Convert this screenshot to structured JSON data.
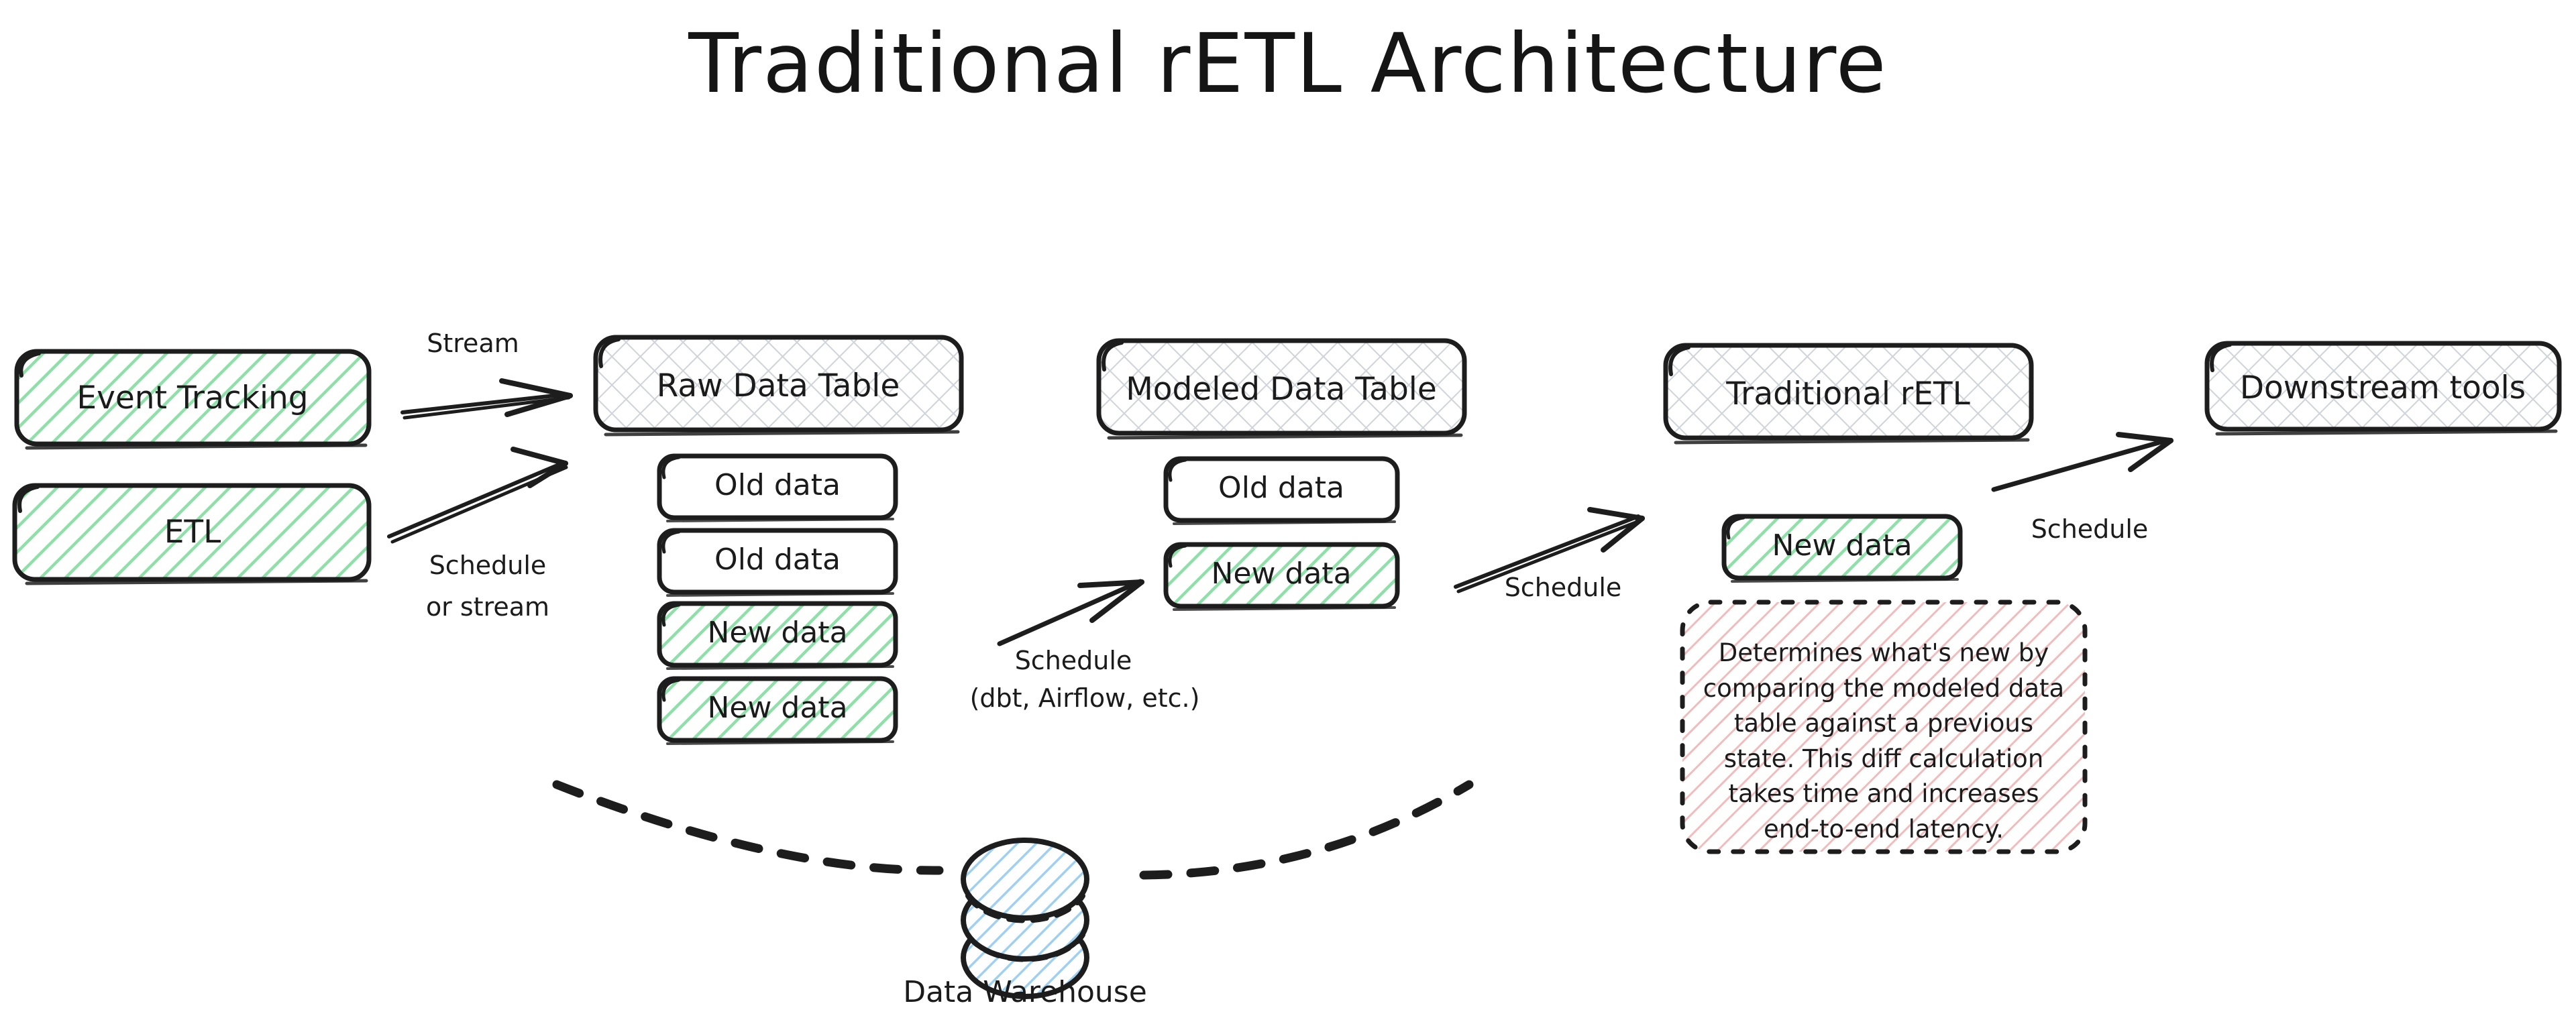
{
  "title": "Traditional rETL Architecture",
  "colors": {
    "ink": "#1b1b1b",
    "green_fill": "#b9ecc8",
    "green_stroke": "#7fdb9c",
    "grey_hatch": "#c9ccd4",
    "pink_hatch": "#efb5b5",
    "blue_hatch": "#a7d4f2",
    "paper": "#ffffff"
  },
  "sources": [
    {
      "id": "event-tracking",
      "label": "Event Tracking",
      "fill": "green-hatch"
    },
    {
      "id": "etl",
      "label": "ETL",
      "fill": "green-hatch"
    }
  ],
  "edges": [
    {
      "id": "stream",
      "label": "Stream",
      "from": "event-tracking",
      "to": "raw-data-table"
    },
    {
      "id": "schedule-or-stream",
      "label_line1": "Schedule",
      "label_line2": "or stream",
      "from": "etl",
      "to": "raw-data-table"
    },
    {
      "id": "schedule-dbt",
      "label_line1": "Schedule",
      "label_line2": "(dbt, Airflow, etc.)",
      "from": "raw-data-table",
      "to": "modeled-data-table"
    },
    {
      "id": "schedule-retl",
      "label": "Schedule",
      "from": "modeled-data-table",
      "to": "traditional-retl"
    },
    {
      "id": "schedule-downstream",
      "label": "Schedule",
      "from": "traditional-retl",
      "to": "downstream-tools"
    }
  ],
  "groups": [
    {
      "id": "raw-data-table",
      "header": "Raw Data Table",
      "fill": "grey-crosshatch",
      "rows": [
        {
          "label": "Old data",
          "fill": "plain"
        },
        {
          "label": "Old data",
          "fill": "plain"
        },
        {
          "label": "New data",
          "fill": "green-hatch"
        },
        {
          "label": "New data",
          "fill": "green-hatch"
        }
      ]
    },
    {
      "id": "modeled-data-table",
      "header": "Modeled Data Table",
      "fill": "grey-crosshatch",
      "rows": [
        {
          "label": "Old data",
          "fill": "plain"
        },
        {
          "label": "New data",
          "fill": "green-hatch"
        }
      ]
    },
    {
      "id": "traditional-retl",
      "header": "Traditional rETL",
      "fill": "grey-crosshatch",
      "rows": [
        {
          "label": "New data",
          "fill": "green-hatch"
        }
      ]
    },
    {
      "id": "downstream-tools",
      "header": "Downstream tools",
      "fill": "grey-crosshatch",
      "rows": []
    }
  ],
  "note": {
    "id": "retl-note",
    "fill": "pink-hatch",
    "border": "dotted",
    "lines": [
      "Determines what's new by",
      "comparing the modeled data",
      "table against a previous",
      "state. This diff calculation",
      "takes time and increases",
      "end-to-end latency."
    ],
    "text": "Determines what's new by comparing the modeled data table against a previous state. This diff calculation takes time and increases end-to-end latency."
  },
  "warehouse": {
    "id": "data-warehouse",
    "label": "Data Warehouse",
    "icon": "database-cylinder-icon",
    "fill": "blue-hatch"
  }
}
